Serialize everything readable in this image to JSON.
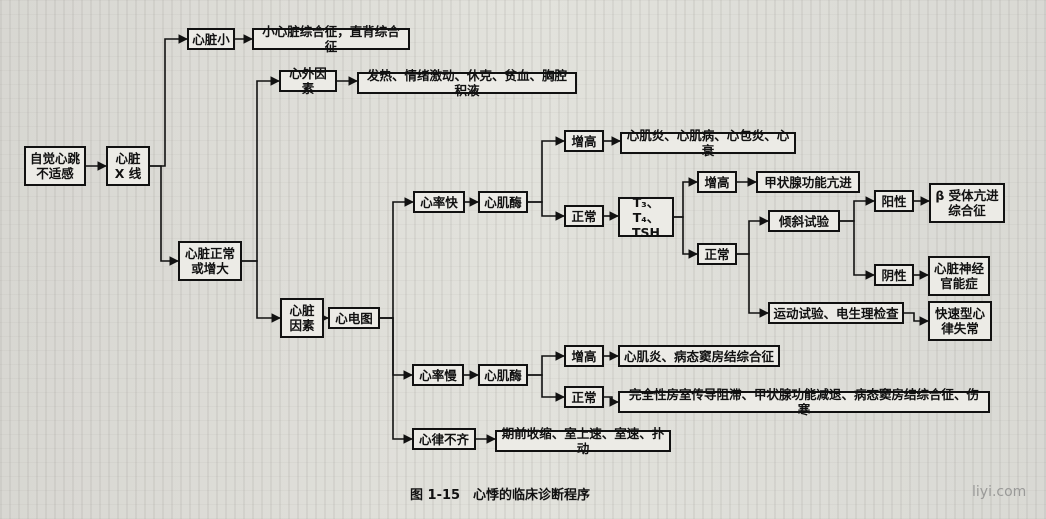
{
  "nodes": {
    "n_start": "自觉心跳\n不适感",
    "n_xray": "心脏\nX 线",
    "n_small": "心脏小",
    "n_small_out": "小心脏综合征，直背综合征",
    "n_normal": "心脏正常\n或增大",
    "n_ext": "心外因素",
    "n_ext_out": "发热、情绪激动、休克、贫血、胸腔积液",
    "n_card": "心脏\n因素",
    "n_ecg": "心电图",
    "n_fast": "心率快",
    "n_enz_fast": "心肌酶",
    "n_high1": "增高",
    "n_high1_out": "心肌炎、心肌病、心包炎、心衰",
    "n_norm1": "正常",
    "n_thy": "T₃、T₄、\nTSH",
    "n_high2": "增高",
    "n_high2_out": "甲状腺功能亢进",
    "n_norm2": "正常",
    "n_tilt": "倾斜试验",
    "n_pos": "阳性",
    "n_pos_out": "β 受体亢进\n综合征",
    "n_neg": "阴性",
    "n_neg_out": "心脏神经\n官能症",
    "n_exer": "运动试验、电生理检查",
    "n_exer_out": "快速型心\n律失常",
    "n_slow": "心率慢",
    "n_enz_slow": "心肌酶",
    "n_high3": "增高",
    "n_high3_out": "心肌炎、病态窦房结综合征",
    "n_norm3": "正常",
    "n_norm3_out": "完全性房室传导阻滞、甲状腺功能减退、病态窦房结综合征、伤寒",
    "n_irr": "心律不齐",
    "n_irr_out": "期前收缩、室上速、室速、扑动"
  },
  "edges": [
    [
      "n_start",
      "n_xray"
    ],
    [
      "n_xray",
      "n_small"
    ],
    [
      "n_xray",
      "n_normal"
    ],
    [
      "n_small",
      "n_small_out"
    ],
    [
      "n_normal",
      "n_ext"
    ],
    [
      "n_normal",
      "n_card"
    ],
    [
      "n_ext",
      "n_ext_out"
    ],
    [
      "n_card",
      "n_ecg"
    ],
    [
      "n_ecg",
      "n_fast"
    ],
    [
      "n_ecg",
      "n_slow"
    ],
    [
      "n_ecg",
      "n_irr"
    ],
    [
      "n_fast",
      "n_enz_fast"
    ],
    [
      "n_enz_fast",
      "n_high1"
    ],
    [
      "n_enz_fast",
      "n_norm1"
    ],
    [
      "n_high1",
      "n_high1_out"
    ],
    [
      "n_norm1",
      "n_thy"
    ],
    [
      "n_thy",
      "n_high2"
    ],
    [
      "n_thy",
      "n_norm2"
    ],
    [
      "n_high2",
      "n_high2_out"
    ],
    [
      "n_norm2",
      "n_tilt"
    ],
    [
      "n_norm2",
      "n_exer"
    ],
    [
      "n_tilt",
      "n_pos"
    ],
    [
      "n_tilt",
      "n_neg"
    ],
    [
      "n_pos",
      "n_pos_out"
    ],
    [
      "n_neg",
      "n_neg_out"
    ],
    [
      "n_exer",
      "n_exer_out"
    ],
    [
      "n_slow",
      "n_enz_slow"
    ],
    [
      "n_enz_slow",
      "n_high3"
    ],
    [
      "n_enz_slow",
      "n_norm3"
    ],
    [
      "n_high3",
      "n_high3_out"
    ],
    [
      "n_norm3",
      "n_norm3_out"
    ],
    [
      "n_irr",
      "n_irr_out"
    ]
  ],
  "caption": "图 1-15　心悸的临床诊断程序",
  "watermark": "liyi.com"
}
